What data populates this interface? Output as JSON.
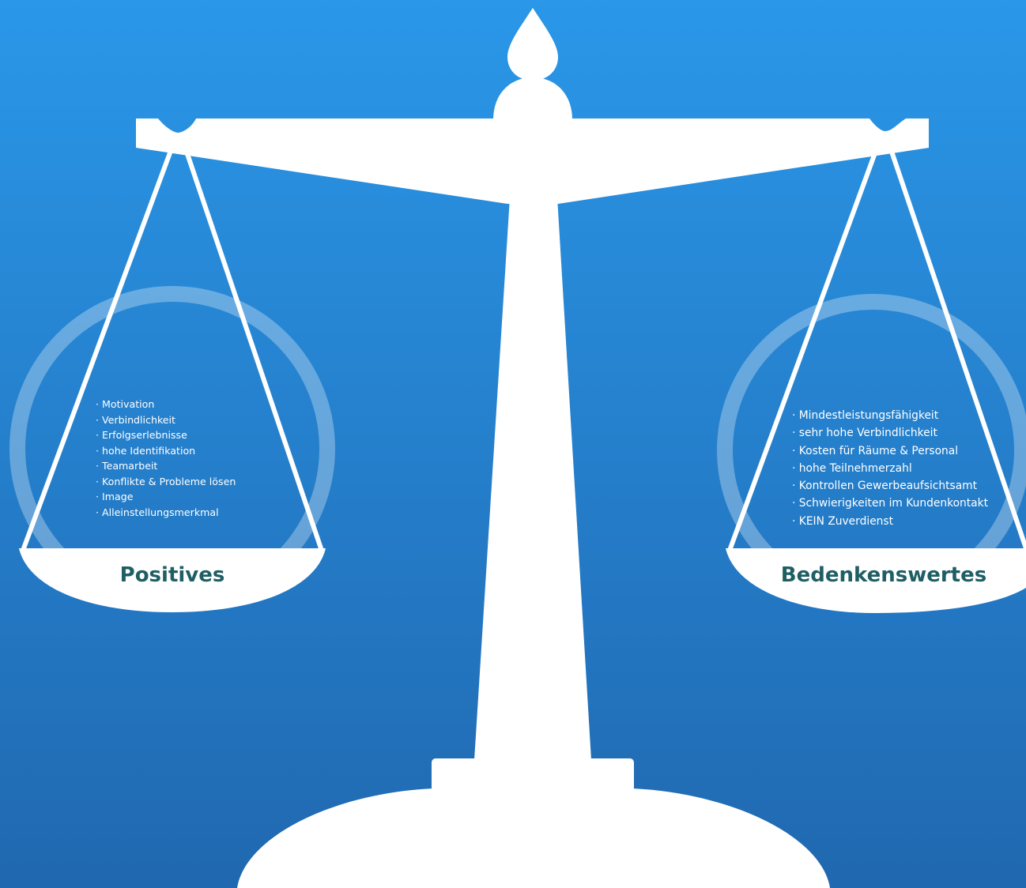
{
  "colors": {
    "background_top": "#2a97e8",
    "background_bottom": "#2068b0",
    "scale": "#ffffff",
    "title_text": "#1f5f64",
    "list_text": "#ffffff"
  },
  "left_pan": {
    "title": "Positives",
    "items": [
      "Motivation",
      "Verbindlichkeit",
      "Erfolgserlebnisse",
      "hohe Identifikation",
      "Teamarbeit",
      "Konflikte & Probleme lösen",
      "Image",
      "Alleinstellungsmerkmal"
    ]
  },
  "right_pan": {
    "title": "Bedenkenswertes",
    "items": [
      "Mindestleistungsfähigkeit",
      "sehr hohe Verbindlichkeit",
      "Kosten für Räume & Personal",
      "hohe Teilnehmerzahl",
      "Kontrollen Gewerbeaufsichtsamt",
      "Schwierigkeiten im Kundenkontakt",
      "KEIN Zuverdienst"
    ]
  }
}
